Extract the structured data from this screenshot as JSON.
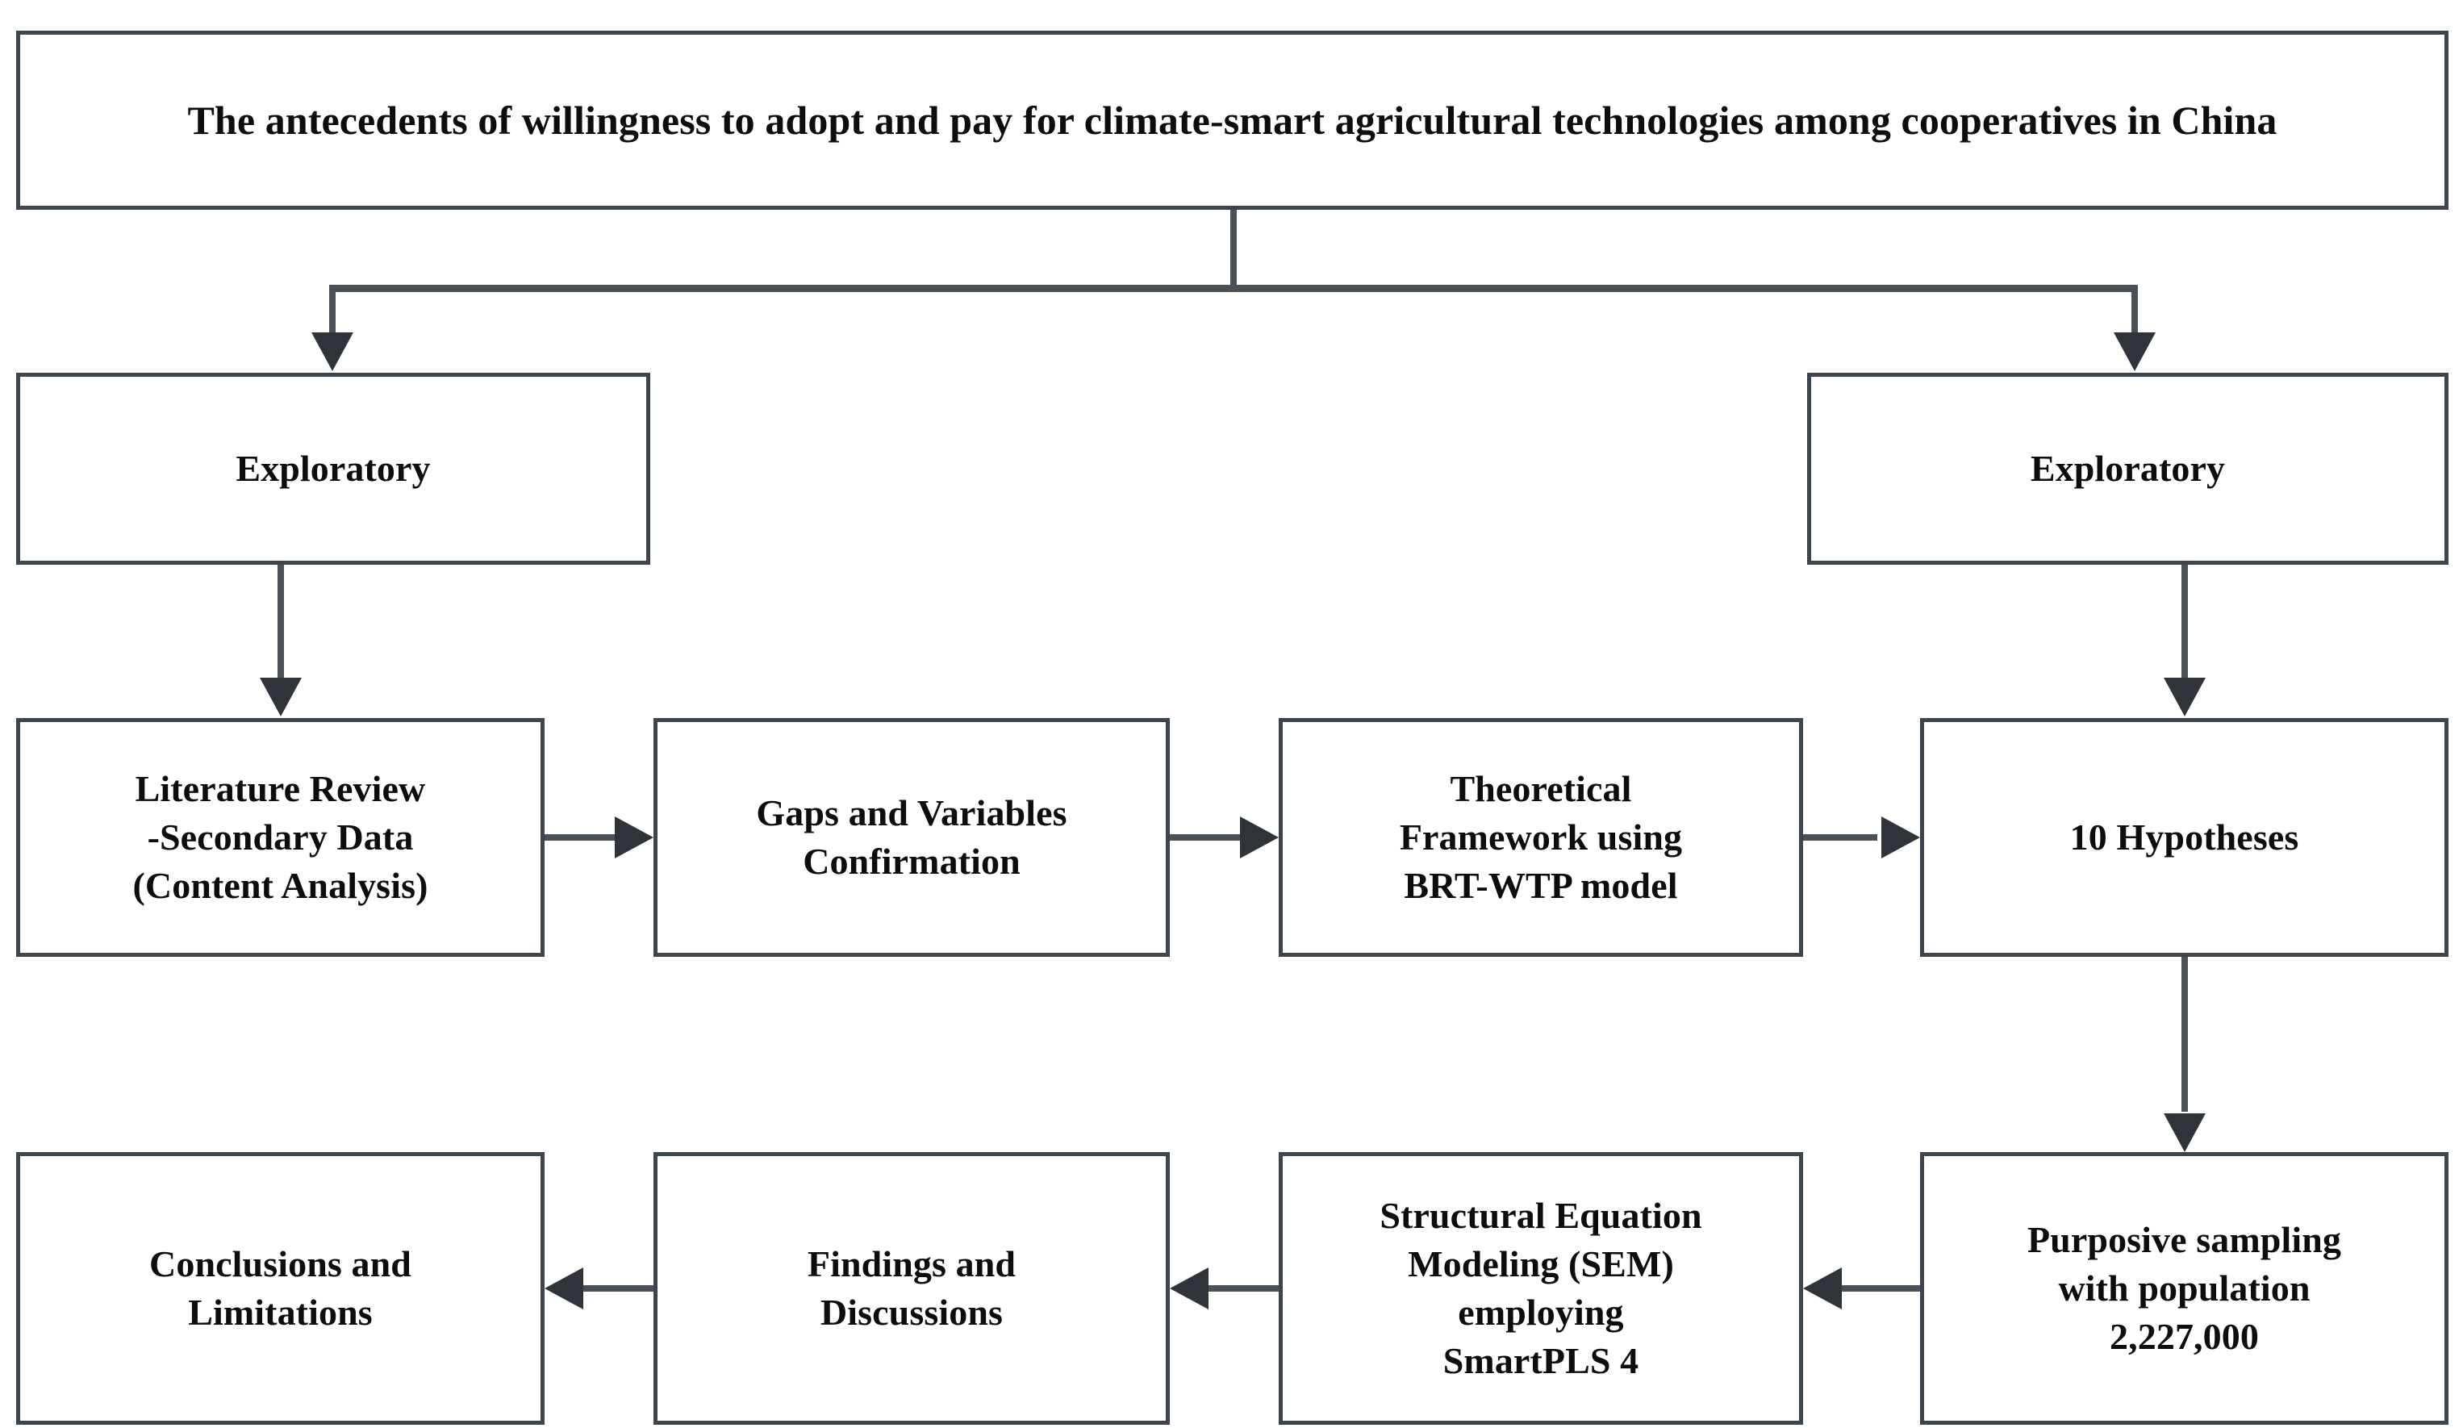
{
  "diagram": {
    "title_node": {
      "label": "The antecedents of willingness to adopt and pay for climate-smart agricultural technologies among cooperatives in China"
    },
    "nodes": {
      "exploratory_left": {
        "label": "Exploratory"
      },
      "exploratory_right": {
        "label": "Exploratory"
      },
      "literature_review": {
        "label": "Literature Review\n-Secondary Data\n(Content Analysis)"
      },
      "gaps_variables": {
        "label": "Gaps and Variables\nConfirmation"
      },
      "theoretical_framework": {
        "label": "Theoretical\nFramework using\nBRT-WTP model"
      },
      "hypotheses": {
        "label": "10 Hypotheses"
      },
      "purposive_sampling": {
        "label": "Purposive sampling\nwith population\n2,227,000"
      },
      "sem": {
        "label": "Structural Equation\nModeling (SEM)\nemploying\nSmartPLS 4"
      },
      "findings": {
        "label": "Findings and\nDiscussions"
      },
      "conclusions": {
        "label": "Conclusions and\nLimitations"
      }
    },
    "colors": {
      "border": "#3c444f",
      "connector": "#4b5159",
      "arrow": "#2f343b",
      "background": "#ffffff",
      "text": "#0d0d0d"
    }
  }
}
